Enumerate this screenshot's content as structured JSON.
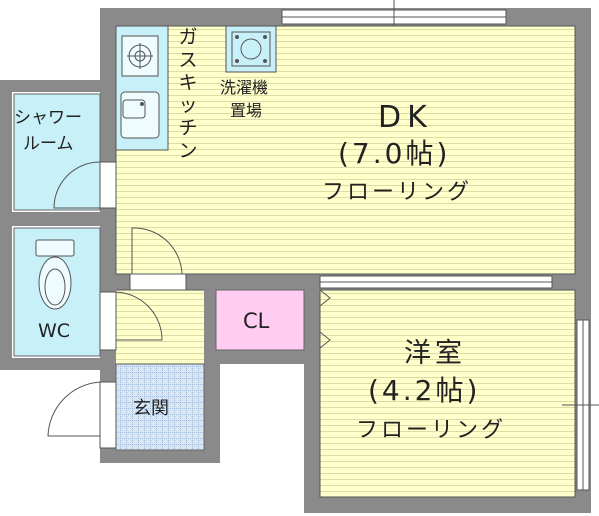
{
  "rooms": {
    "dk": {
      "name": "DK",
      "size": "(7.0帖)",
      "floor": "フローリング"
    },
    "western": {
      "name": "洋室",
      "size": "(4.2帖)",
      "floor": "フローリング"
    },
    "shower": {
      "line1": "シャワー",
      "line2": "ルーム"
    },
    "wc": {
      "label": "WC"
    },
    "closet": {
      "label": "CL"
    },
    "entrance": {
      "label": "玄関"
    },
    "kitchen": {
      "label": "ガスキッチン"
    },
    "washer": {
      "line1": "洗濯機",
      "line2": "置場"
    }
  },
  "colors": {
    "wall": "#8a8a8a",
    "floor": "#ffffcc",
    "floor_lines": "#d9d9a6",
    "wet_area": "#c8f0f8",
    "closet": "#ffccf2",
    "entrance_tile": "#d8e6f4"
  }
}
